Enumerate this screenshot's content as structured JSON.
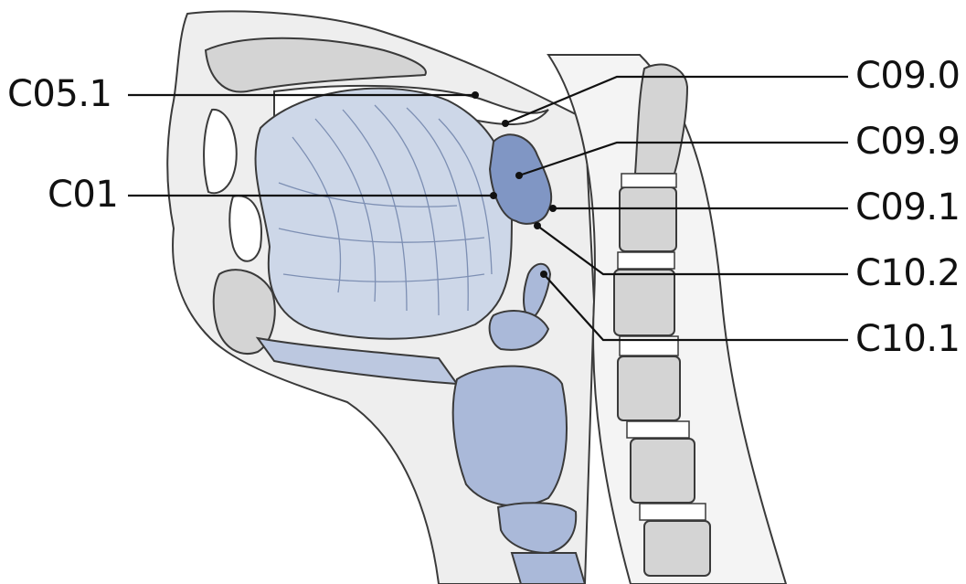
{
  "labels": {
    "c05_1": "C05.1",
    "c01": "C01",
    "c09_0": "C09.0",
    "c09_9": "C09.9",
    "c09_1": "C09.1",
    "c10_2": "C10.2",
    "c10_1": "C10.1"
  },
  "colors": {
    "outline": "#3a3a3a",
    "tissue": "#eeeeee",
    "bone": "#d4d4d4",
    "tongue": "#cdd7e8",
    "tonsil": "#8096c4",
    "cartilage": "#aab9d9",
    "leader": "#111111"
  }
}
